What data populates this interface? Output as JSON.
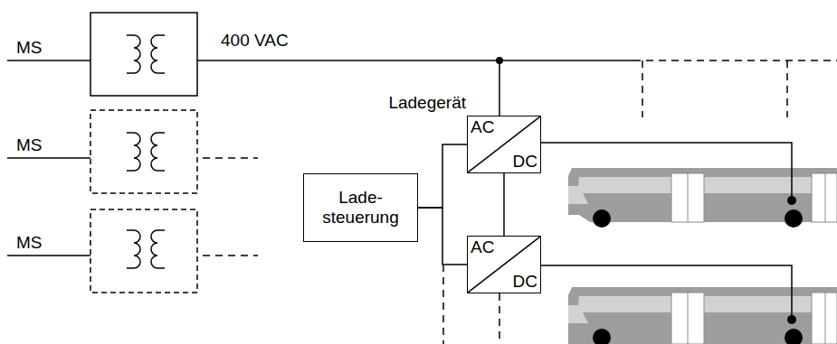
{
  "diagram": {
    "nodes": [
      {
        "text": [
          "Lade- steuerung"
        ]
      },
      {
        "text": [
          "Ladegerät",
          "AC",
          "DC"
        ]
      },
      {
        "text": [
          "AC",
          "DC"
        ]
      }
    ],
    "edges": [
      {
        "from": 0,
        "to": 1,
        "arrow": "none"
      },
      {
        "from": 0,
        "to": 2,
        "arrow": "none"
      },
      {
        "from": 1,
        "to": 2,
        "arrow": "none"
      }
    ],
    "labels": [
      "MS",
      "MS",
      "MS",
      "400 VAC"
    ]
  }
}
